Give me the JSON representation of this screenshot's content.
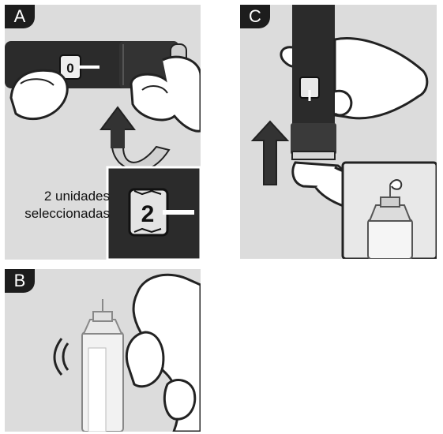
{
  "panels": {
    "a": {
      "label": "A",
      "caption_line1": "2 unidades",
      "caption_line2": "seleccionadas",
      "dose_small": "0",
      "dose_inset": "2"
    },
    "b": {
      "label": "B"
    },
    "c": {
      "label": "C"
    }
  },
  "colors": {
    "panel_bg": "#dcdcdc",
    "pen_dark": "#2b2b2b",
    "arrow": "#333333",
    "hand_outline": "#222222"
  },
  "icons": [
    "curved-arrow-icon",
    "up-arrow-icon",
    "sound-wave-icon"
  ]
}
